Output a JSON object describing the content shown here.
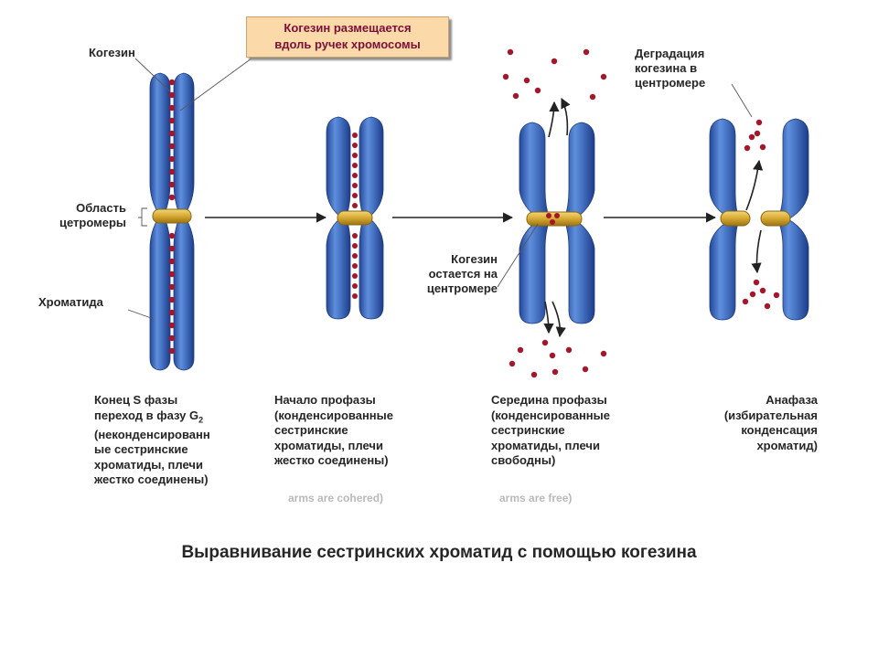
{
  "callout": {
    "line1": "Когезин размещается",
    "line2": "вдоль ручек хромосомы"
  },
  "labels": {
    "cohesin": "Когезин",
    "centromere_region_1": "Область",
    "centromere_region_2": "цетромеры",
    "chromatid": "Хроматида",
    "cohesin_remains_1": "Когезин",
    "cohesin_remains_2": "остается на",
    "cohesin_remains_3": "центромере",
    "degradation_1": "Деградация",
    "degradation_2": "когезина в",
    "degradation_3": "центромере"
  },
  "stages": [
    {
      "l1": "Конец S фазы",
      "l2a": "переход в фазу G",
      "l2sub": "2",
      "l3": "(неконденсированн",
      "l4": "ые сестринские",
      "l5": "хроматиды, плечи",
      "l6": "жестко соединены)"
    },
    {
      "l1": "Начало профазы",
      "l2": "(конденсированные",
      "l3": "сестринские",
      "l4": "хроматиды, плечи",
      "l5": "жестко соединены)"
    },
    {
      "l1": "Середина профазы",
      "l2": "(конденсированные",
      "l3": "сестринские",
      "l4": "хроматиды, плечи",
      "l5": "свободны)"
    },
    {
      "l1": "Анафаза",
      "l2": "(избирательная",
      "l3": "конденсация",
      "l4": "хроматид)"
    }
  ],
  "ghost_text": {
    "a": "arms are cohered)",
    "b": "arms are free)"
  },
  "title": "Выравнивание сестринских хроматид с помощью когезина",
  "colors": {
    "chromatid": "#4a78c8",
    "centromere": "#d6a830",
    "cohesin": "#a4172a",
    "text": "#262626"
  }
}
